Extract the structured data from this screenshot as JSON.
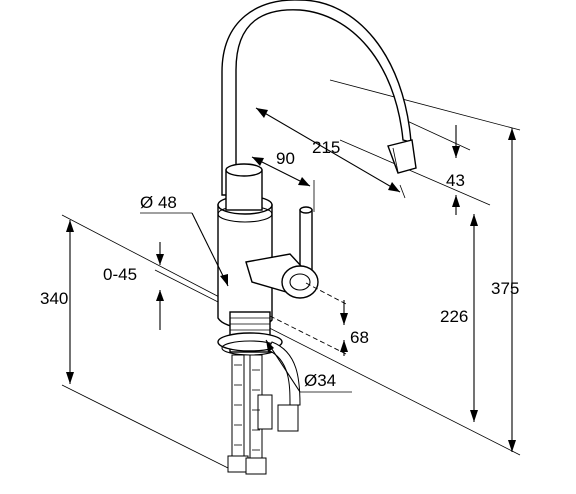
{
  "dimensions": {
    "spout_reach": "215",
    "lever_offset": "90",
    "body_diameter": "Ø 48",
    "deck_thickness": "0-45",
    "deck_height": "340",
    "outlet_height": "43",
    "outlet_to_deck": "226",
    "total_height": "375",
    "shank_length": "68",
    "hole_diameter": "Ø34"
  }
}
